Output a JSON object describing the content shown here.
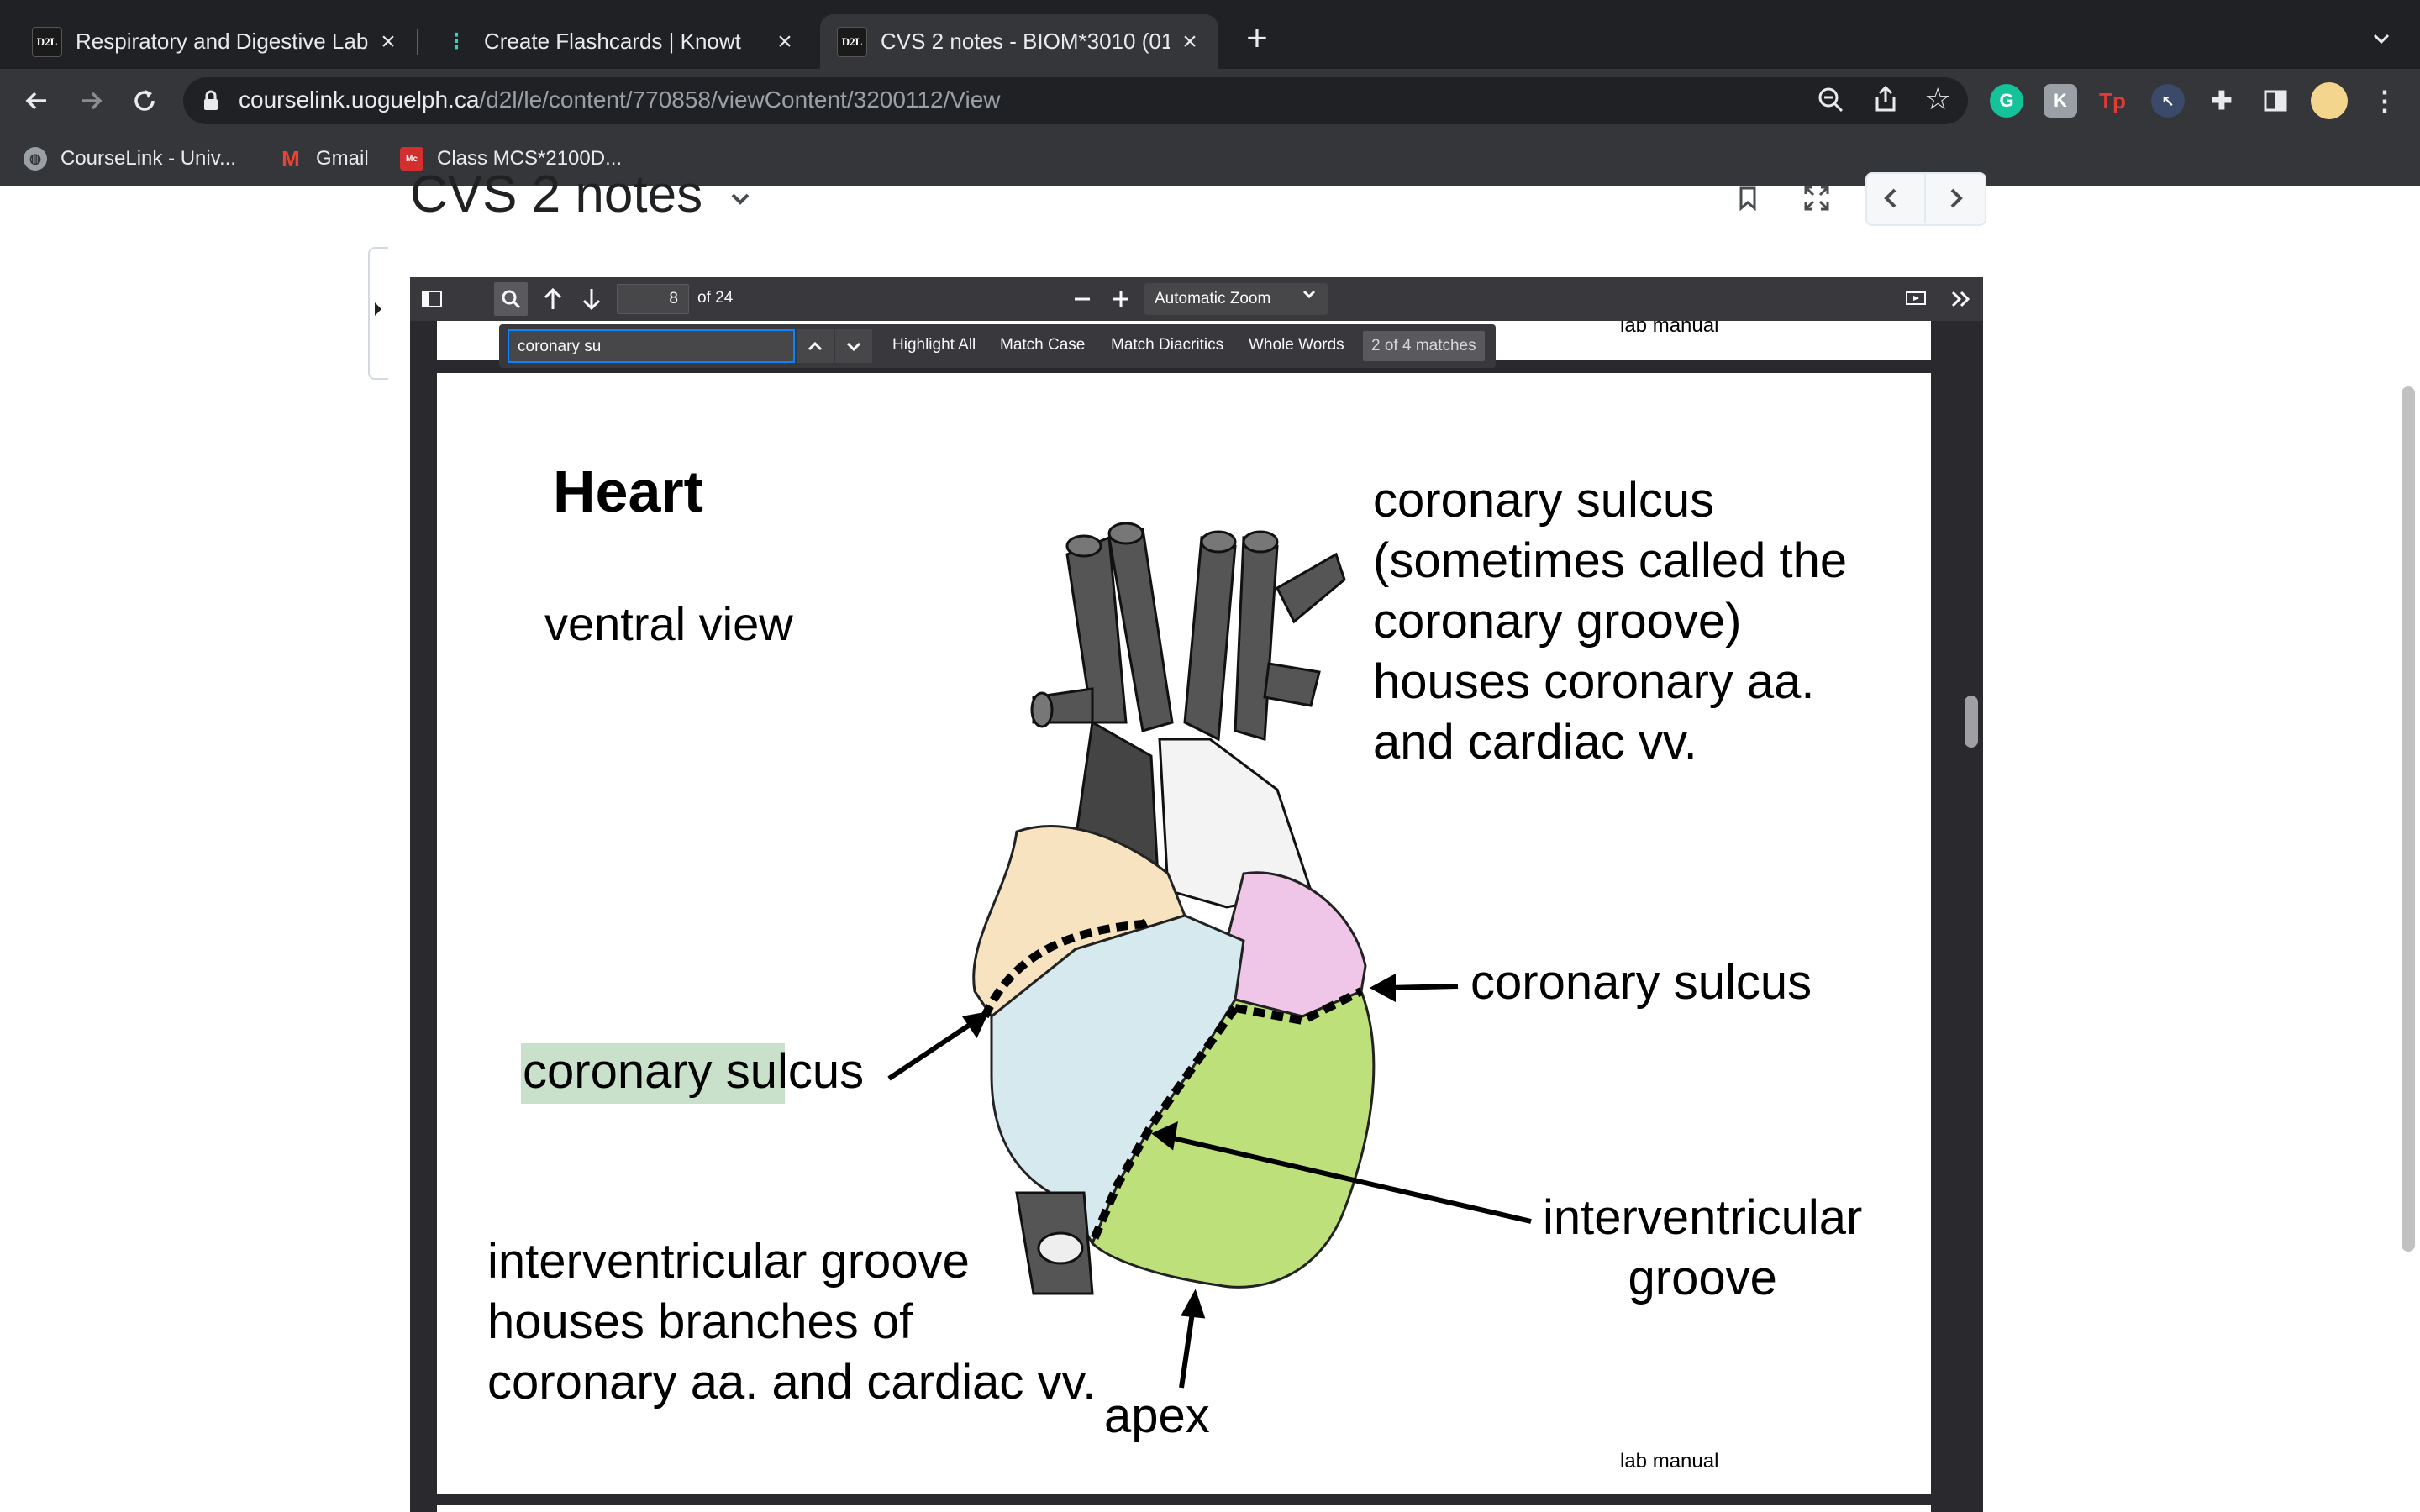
{
  "tabs": [
    {
      "favicon": "D2L",
      "title": "Respiratory and Digestive Lab",
      "active": false
    },
    {
      "favicon": "knowt-icon",
      "title": "Create Flashcards | Knowt",
      "active": false
    },
    {
      "favicon": "D2L",
      "title": "CVS 2 notes - BIOM*3010 (01)",
      "active": true
    }
  ],
  "address": {
    "host": "courselink.uoguelph.ca",
    "path": "/d2l/le/content/770858/viewContent/3200112/View"
  },
  "bookmarks": [
    {
      "icon": "globe-icon",
      "label": "CourseLink - Univ..."
    },
    {
      "icon": "gmail-icon",
      "label": "Gmail"
    },
    {
      "icon": "mcgraw-hill-icon",
      "label": "Class MCS*2100D..."
    }
  ],
  "page": {
    "title": "CVS 2 notes"
  },
  "pdf": {
    "page_number": "8",
    "page_of": "of 24",
    "zoom": "Automatic Zoom",
    "find": {
      "query": "coronary su",
      "options": [
        "Highlight All",
        "Match Case",
        "Match Diacritics",
        "Whole Words"
      ],
      "result": "2 of 4 matches"
    },
    "footer": "lab manual",
    "content": {
      "title": "Heart",
      "subtitle": "ventral view",
      "cs_description": [
        "coronary sulcus",
        "(sometimes called the",
        "coronary groove)",
        "houses coronary aa.",
        "and cardiac vv."
      ],
      "cs_label_right": "coronary sulcus",
      "cs_label_left_match": "coronary sul",
      "cs_label_left_rest": "cus",
      "iv_groove_label": [
        "interventricular",
        "groove"
      ],
      "iv_description": [
        "interventricular groove",
        "houses branches of",
        "coronary aa. and cardiac vv."
      ],
      "apex": "apex"
    }
  },
  "colors": {
    "find_highlight": "#c9e1cb",
    "left_atrium": "#f7e3bf",
    "right_ventricle": "#d6e9ef",
    "left_atrium_pink": "#f0c6e8",
    "left_ventricle": "#bde07a"
  }
}
